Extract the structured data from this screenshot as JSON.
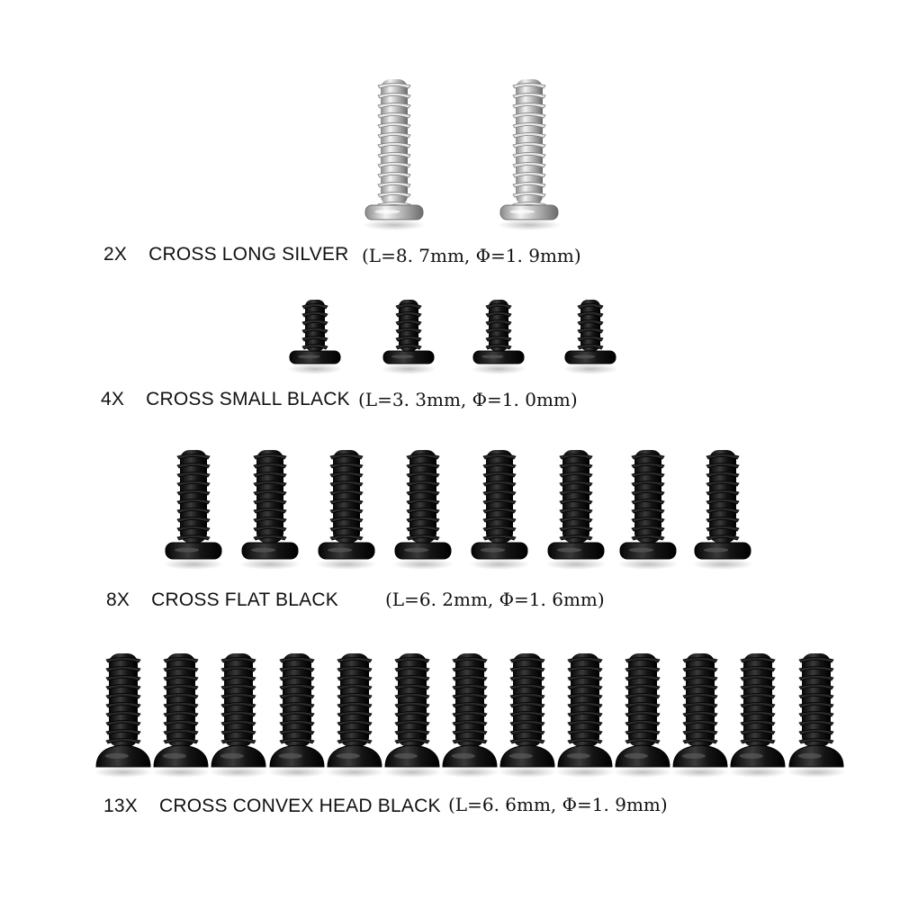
{
  "groups": [
    {
      "qty": "2X",
      "name": "CROSS LONG SILVER",
      "spec": "(L=8. 7mm, Φ=1. 9mm)",
      "count": 2,
      "finish": "silver",
      "head": "pan",
      "colors": {
        "body": "#c9c9c9",
        "edge": "#6f6f6f",
        "highlight": "#f4f4f4"
      }
    },
    {
      "qty": "4X",
      "name": "CROSS SMALL BLACK",
      "spec": "(L=3. 3mm, Φ=1. 0mm)",
      "count": 4,
      "finish": "black",
      "head": "wafer",
      "colors": {
        "body": "#1a1a1a",
        "edge": "#000000",
        "highlight": "#6a6a6a"
      }
    },
    {
      "qty": "8X",
      "name": "CROSS FLAT BLACK",
      "spec": "(L=6. 2mm, Φ=1. 6mm)",
      "count": 8,
      "finish": "black",
      "head": "flat",
      "colors": {
        "body": "#1a1a1a",
        "edge": "#000000",
        "highlight": "#6a6a6a"
      }
    },
    {
      "qty": "13X",
      "name": "CROSS CONVEX HEAD BLACK",
      "spec": "(L=6. 6mm, Φ=1. 9mm)",
      "count": 13,
      "finish": "black",
      "head": "convex",
      "colors": {
        "body": "#1a1a1a",
        "edge": "#000000",
        "highlight": "#6a6a6a"
      }
    }
  ]
}
